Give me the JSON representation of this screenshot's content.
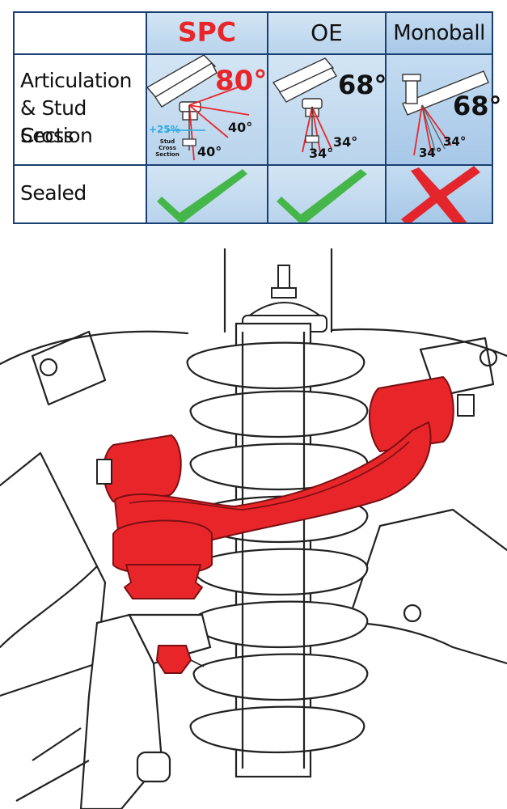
{
  "table": {
    "headers": [
      "",
      "SPC",
      "OE",
      "Monoball"
    ],
    "rows": [
      {
        "label_lines": [
          "Articulation",
          "& Stud Cross",
          "Section"
        ],
        "spc": {
          "max_angle": "80°",
          "side_angle_1": "40°",
          "side_angle_2": "40°",
          "gain": "+25%",
          "stud_note": [
            "Stud",
            "Cross",
            "Section"
          ]
        },
        "oe": {
          "max_angle": "68°",
          "side_angle_1": "34°",
          "side_angle_2": "34°"
        },
        "monoball": {
          "max_angle": "68°",
          "side_angle_1": "34°",
          "side_angle_2": "34°"
        }
      },
      {
        "label": "Sealed",
        "spc": "check",
        "oe": "check",
        "monoball": "cross"
      }
    ]
  },
  "colors": {
    "spc_red": "#e8262a",
    "border_blue": "#1a3f73",
    "cell_blue": "#c4dcf1",
    "check_green": "#45b649",
    "cross_red": "#e4262c",
    "gain_cyan": "#29a9e1",
    "arm_red": "#e8262a"
  },
  "icons": [
    "check-icon",
    "check-icon",
    "cross-icon"
  ]
}
